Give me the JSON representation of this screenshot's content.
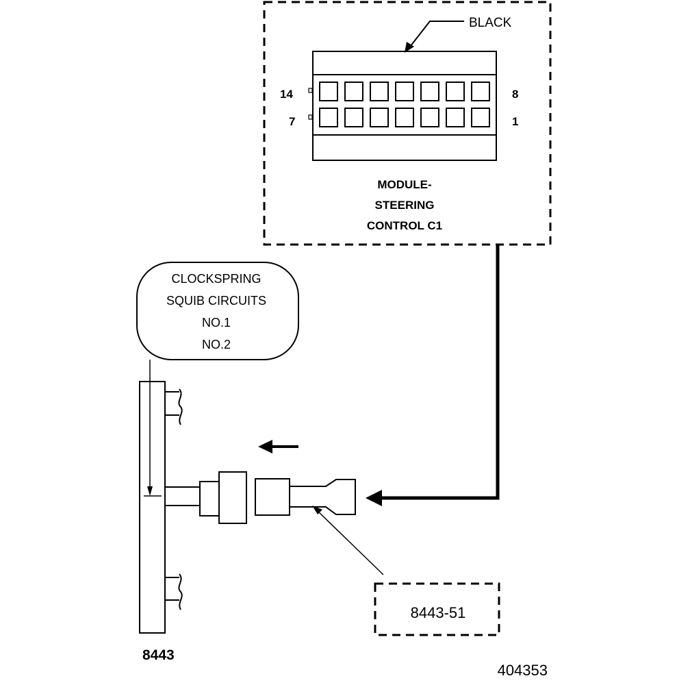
{
  "connector": {
    "color_label": "BLACK",
    "pin_top_left": "14",
    "pin_top_right": "8",
    "pin_bottom_left": "7",
    "pin_bottom_right": "1",
    "title_line1": "MODULE-",
    "title_line2": "STEERING",
    "title_line3": "CONTROL C1"
  },
  "clockspring": {
    "line1": "CLOCKSPRING",
    "line2": "SQUIB CIRCUITS",
    "line3": "NO.1",
    "line4": "NO.2"
  },
  "adapter": {
    "label": "8443-51"
  },
  "tool": {
    "label": "8443"
  },
  "figure_id": "404353"
}
